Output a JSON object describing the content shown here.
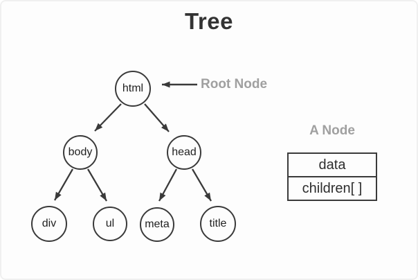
{
  "title": "Tree",
  "labels": {
    "root_pointer": "Root Node",
    "node_box": "A Node"
  },
  "tree": {
    "nodes": [
      {
        "id": "html",
        "label": "html"
      },
      {
        "id": "body",
        "label": "body"
      },
      {
        "id": "head",
        "label": "head"
      },
      {
        "id": "div",
        "label": "div"
      },
      {
        "id": "ul",
        "label": "ul"
      },
      {
        "id": "meta",
        "label": "meta"
      },
      {
        "id": "title",
        "label": "title"
      }
    ],
    "edges": [
      {
        "from": "html",
        "to": "body"
      },
      {
        "from": "html",
        "to": "head"
      },
      {
        "from": "body",
        "to": "div"
      },
      {
        "from": "body",
        "to": "ul"
      },
      {
        "from": "head",
        "to": "meta"
      },
      {
        "from": "head",
        "to": "title"
      }
    ]
  },
  "node_struct": {
    "fields": [
      "data",
      "children[ ]"
    ]
  },
  "colors": {
    "stroke": "#3a3a3a",
    "muted_label": "#a0a0a0",
    "background": "#fdfdfd"
  }
}
